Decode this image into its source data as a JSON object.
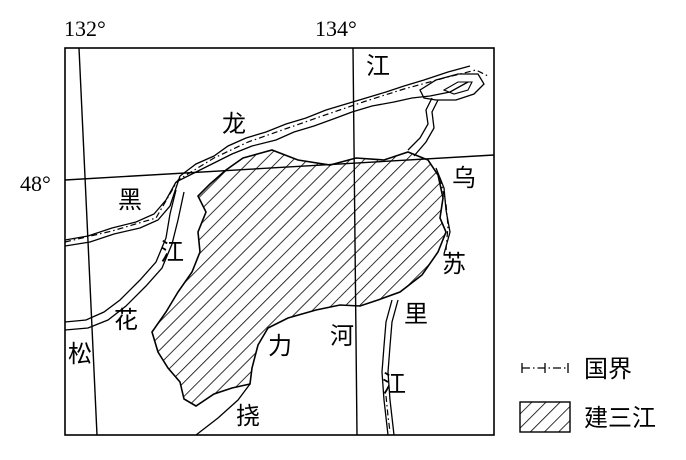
{
  "coordinates": {
    "lon_132": "132°",
    "lon_134": "134°",
    "lat_48": "48°"
  },
  "place_labels": {
    "heilongjiang_1": "江",
    "heilongjiang_2": "龙",
    "heilongjiang_3": "黑",
    "heilongjiang_4": "江",
    "wusuli_1": "乌",
    "wusuli_2": "苏",
    "wusuli_3": "里",
    "wusuli_4": "江",
    "songhua_1": "花",
    "songhua_2": "松",
    "naoli_1": "力",
    "naoli_2": "河",
    "naoli_3": "挠"
  },
  "legend": {
    "border_label": "国界",
    "region_label": "建三江"
  },
  "colors": {
    "ink": "#000000",
    "background": "#ffffff"
  }
}
